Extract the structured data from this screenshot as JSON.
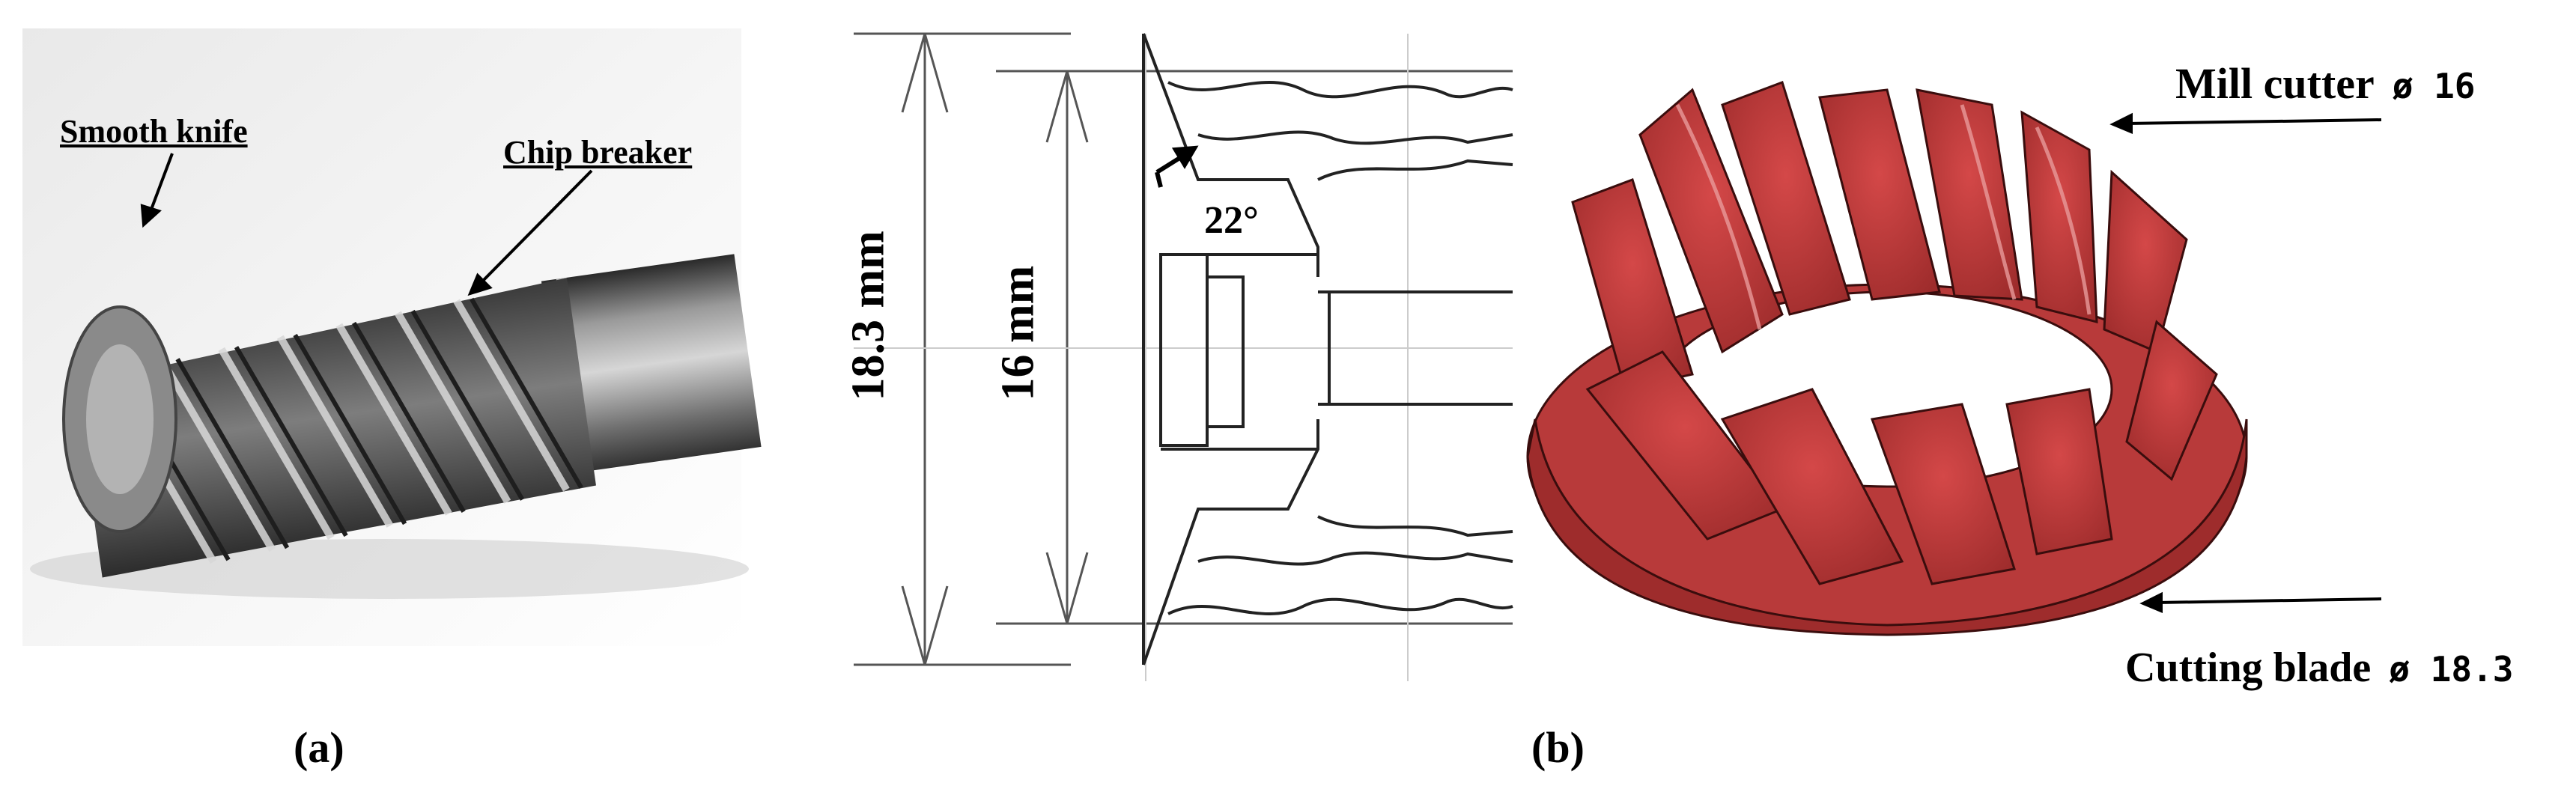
{
  "panel_a": {
    "caption": "(a)",
    "smooth_knife_label": "Smooth knife",
    "chip_breaker_label": "Chip breaker"
  },
  "panel_b": {
    "caption": "(b)",
    "outer_dimension": "18.3 mm",
    "inner_dimension": "16 mm",
    "angle_label": "22°",
    "mill_cutter_label": "Mill cutter",
    "mill_cutter_diameter": "ø 16",
    "cutting_blade_label": "Cutting blade",
    "cutting_blade_diameter": "ø 18.3"
  },
  "colors": {
    "cutter_red": "#b83a3a",
    "cutter_dark": "#8c2424",
    "drawing_line": "#555555"
  }
}
